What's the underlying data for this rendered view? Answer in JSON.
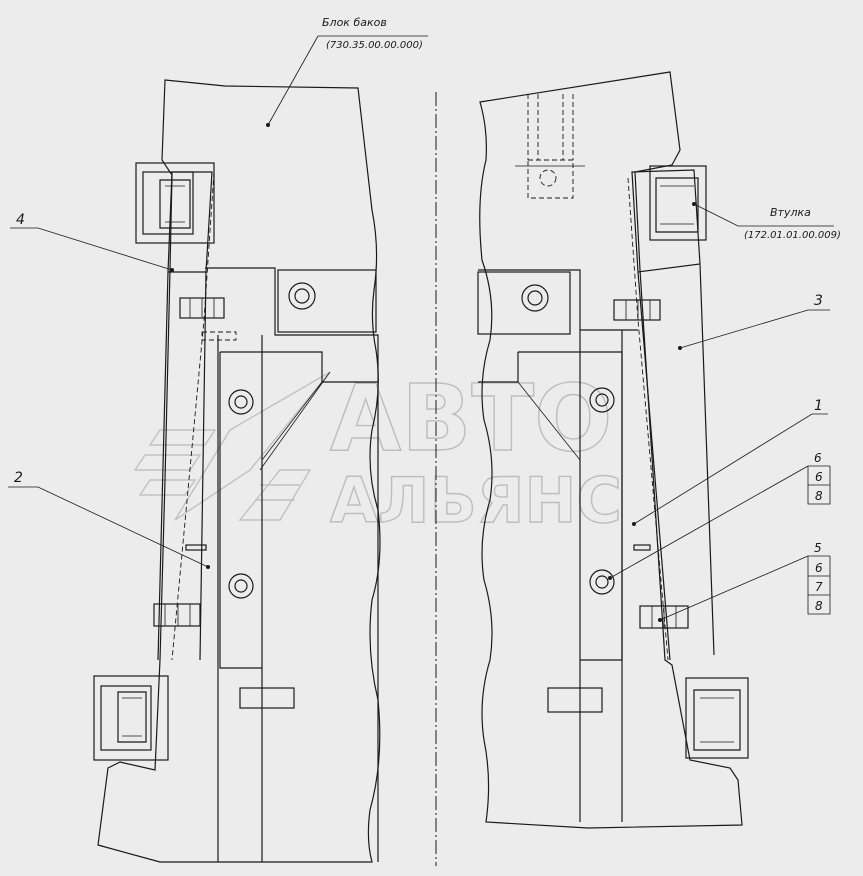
{
  "callouts": {
    "tank_block": {
      "name": "Блок баков",
      "code": "(730.35.00.00.000)"
    },
    "bushing": {
      "name": "Втулка",
      "code": "(172.01.01.00.009)"
    },
    "pos1": "1",
    "pos2": "2",
    "pos3": "3",
    "pos4": "4",
    "pos5": "5",
    "pos6": "6",
    "table_a": [
      "6",
      "8"
    ],
    "table_b": [
      "6",
      "7",
      "8"
    ]
  },
  "watermark": {
    "line1": "АВТО",
    "line2": "АЛЬЯНС"
  }
}
